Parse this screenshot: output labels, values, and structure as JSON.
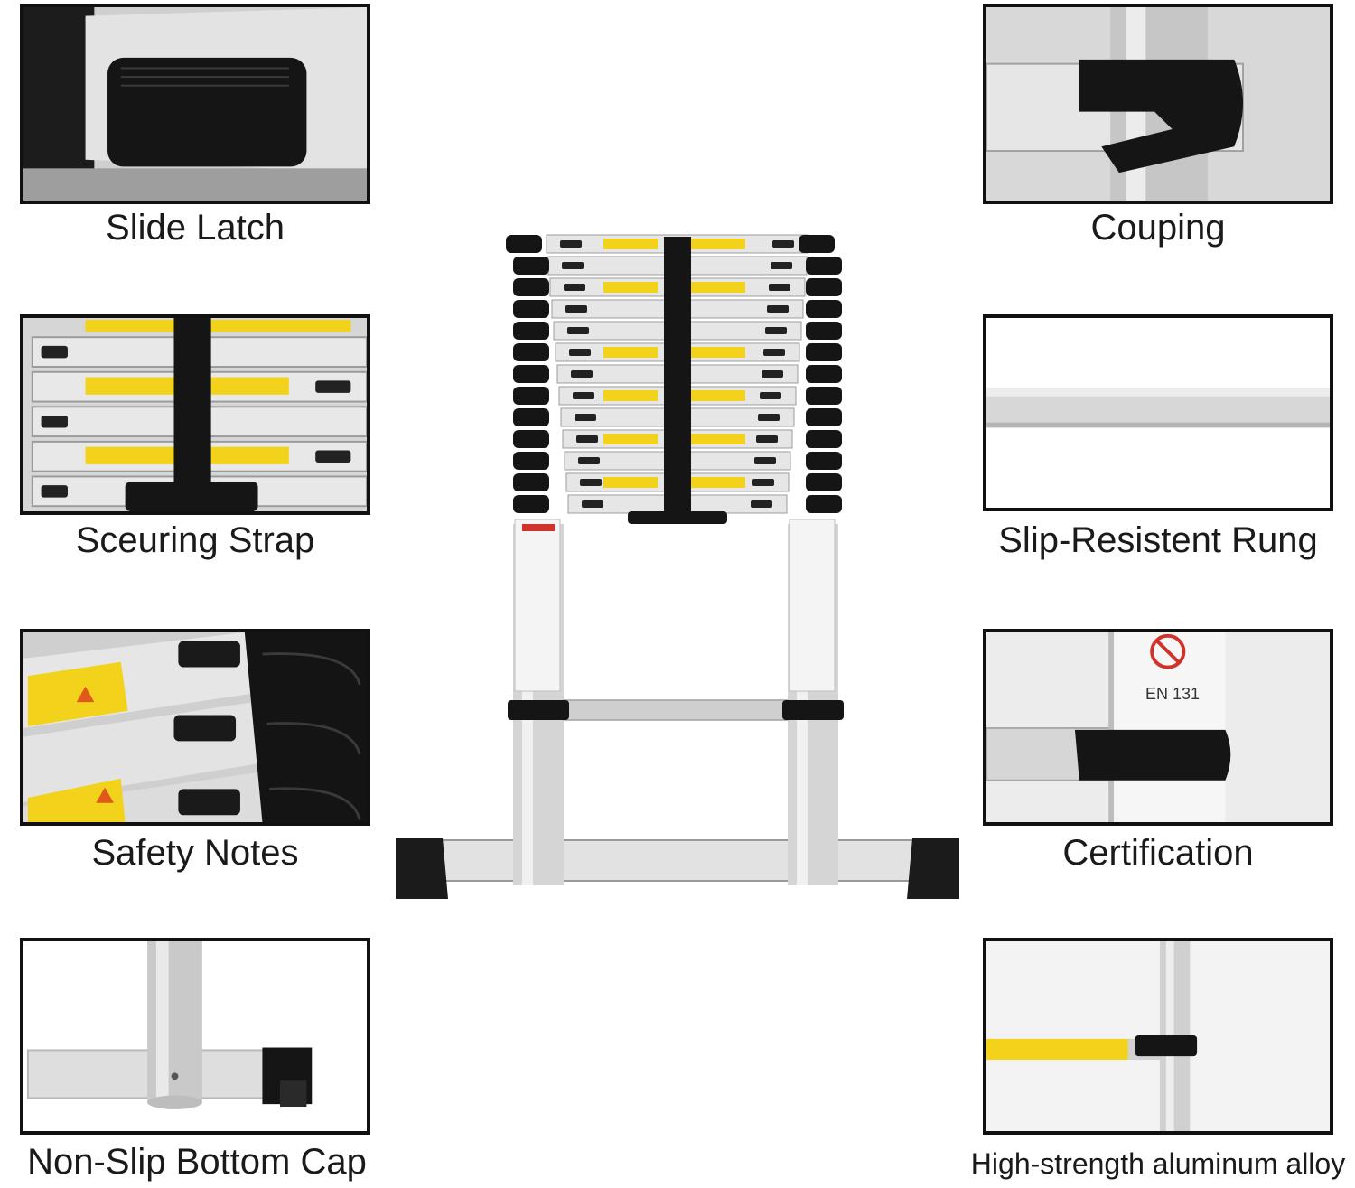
{
  "features": {
    "slide_latch": "Slide Latch",
    "couping": "Couping",
    "securing_strap": "Sceuring Strap",
    "slip_resistent_rung": "Slip-Resistent Rung",
    "safety_notes": "Safety Notes",
    "certification": "Certification",
    "non_slip_bottom_cap": "Non-Slip Bottom Cap",
    "aluminum_alloy": "High-strength aluminum alloy"
  },
  "certification_mark": "EN 131",
  "colors": {
    "border": "#111111",
    "aluminum": "#d0d0d0",
    "rubber": "#1a1a1a",
    "warning_label": "#f2d21b"
  }
}
